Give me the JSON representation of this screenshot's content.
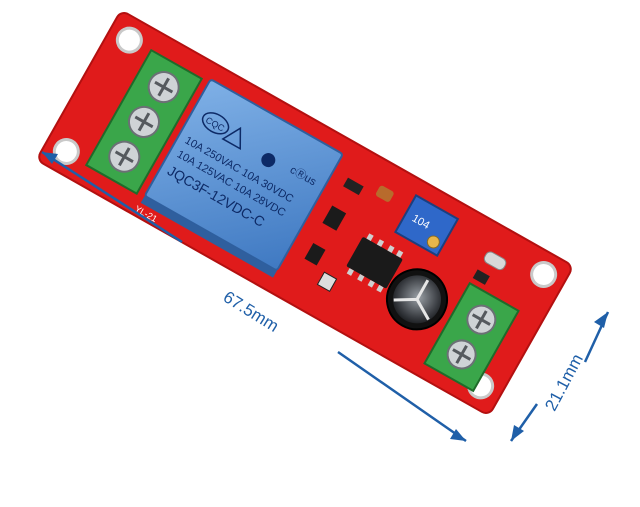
{
  "board": {
    "relay_logo": "CQC",
    "relay_lines": [
      "10A 250VAC 10A 30VDC",
      "10A 125VAC 10A 28VDC",
      "JQC3F-12VDC-C"
    ],
    "ul_mark": "cⓇus",
    "pot_label": "104",
    "silk_model": "YL-21",
    "colors": {
      "pcb": "#e01b1b",
      "relay": "#5b95d6",
      "terminal": "#3aa64a",
      "dimension": "#1f5fa8"
    }
  },
  "dimensions": {
    "length": "67.5mm",
    "width": "21.1mm"
  }
}
